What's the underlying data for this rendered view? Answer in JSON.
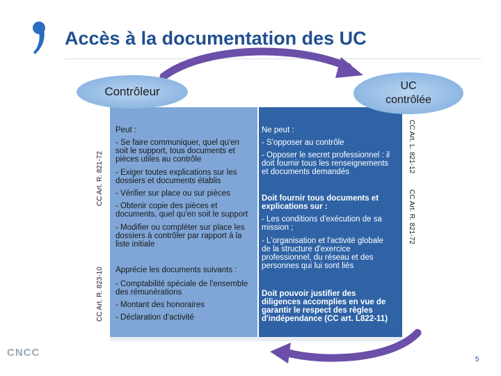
{
  "title": "Accès à la documentation des UC",
  "controleur_label": "Contrôleur",
  "uc_label": "UC\ncontrôlée",
  "left_panel": {
    "heading_peut": "Peut :",
    "peut_items": [
      "- Se faire communiquer, quel qu'en",
      "soit le support, tous documents et",
      "pièces utiles au contrôle",
      "- Exiger toutes explications sur les",
      "dossiers et documents établis",
      "- Vérifier sur place ou sur pièces",
      "- Obtenir copie des pièces et",
      "documents, quel qu'en soit le support",
      "- Modifier ou compléter sur place les",
      "dossiers à contrôler par rapport à la",
      "liste initiale"
    ],
    "heading_apprecie": "Apprécie les documents suivants :",
    "apprecie_items": [
      "- Comptabilité spéciale de l'ensemble",
      "des rémunérations",
      "- Montant des honoraires",
      "- Déclaration d'activité"
    ]
  },
  "right_panel": {
    "heading_nepeut": "Ne peut :",
    "nepeut_items": [
      "- S'opposer au contrôle",
      "- Opposer le secret professionnel : il",
      "doit fournir tous les renseignements",
      "et documents demandés"
    ],
    "heading_doitfournir": "Doit fournir tous documents et",
    "heading_doitfournir_2": "explications sur :",
    "doitfournir_items": [
      "- Les conditions d'exécution de sa",
      "mission ;",
      "- L'organisation et l'activité globale",
      "de la structure d'exercice",
      "professionnel, du réseau et des",
      "personnes qui lui sont liés"
    ],
    "justifier_lines": [
      "Doit pouvoir justifier des",
      "diligences accomplies en vue de",
      "garantir le respect des règles",
      "d'indépendance (CC art. L822-11)"
    ]
  },
  "vertical_labels": {
    "left_top": "CC Art. R. 821-72",
    "left_bottom": "CC Art. R. 823-10",
    "right_top": "CC Art. L. 821-12",
    "right_bottom": "CC Art. R. 821-72"
  },
  "logo_text": "CNCC",
  "page_number": "5",
  "colors": {
    "title": "#1f4f8f",
    "panel_left": "#7fa6d6",
    "panel_right": "#2f63a6",
    "arrow": "#6b4fa8",
    "quote": "#2a6cc0"
  }
}
